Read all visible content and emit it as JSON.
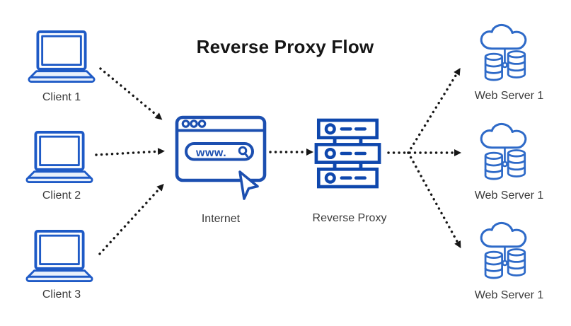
{
  "title": "Reverse Proxy Flow",
  "clients": [
    {
      "label": "Client 1"
    },
    {
      "label": "Client 2"
    },
    {
      "label": "Client 3"
    }
  ],
  "internet": {
    "label": "Internet",
    "address_text": "www."
  },
  "reverse_proxy": {
    "label": "Reverse Proxy"
  },
  "web_servers": [
    {
      "label": "Web Server 1"
    },
    {
      "label": "Web Server 1"
    },
    {
      "label": "Web Server 1"
    }
  ],
  "colors": {
    "laptop_blue": "#1e5ac6",
    "browser_blue": "#1c4fb0",
    "proxy_blue": "#0e47ad",
    "server_blue": "#2e6ac8",
    "arrow_color": "#161616",
    "label_color": "#3b3b3b",
    "title_color": "#161616"
  }
}
